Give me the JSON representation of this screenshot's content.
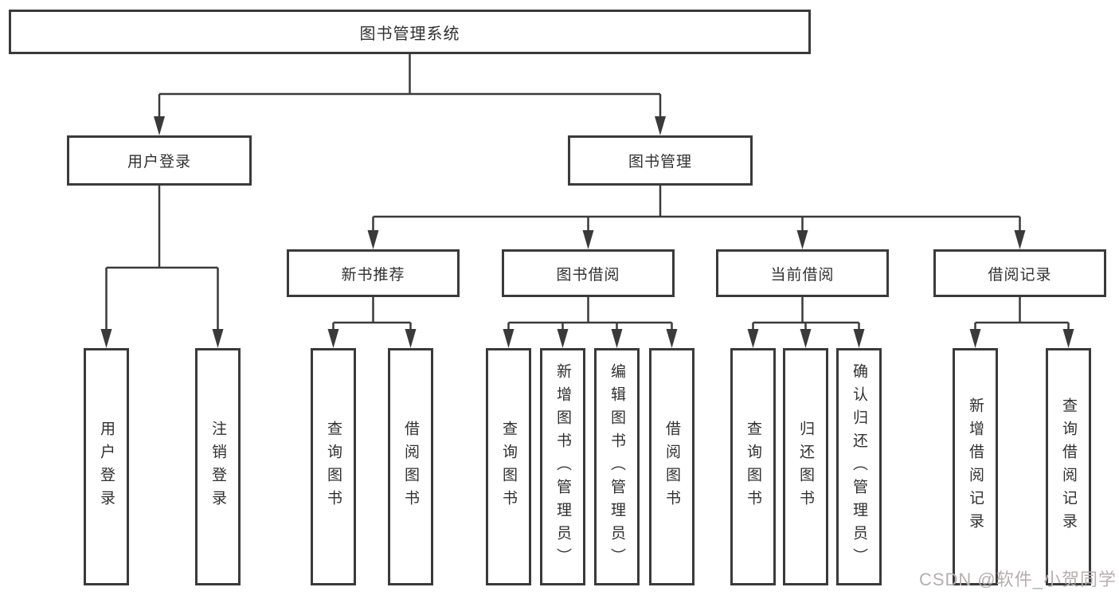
{
  "diagram": {
    "type": "tree",
    "tree": {
      "root": {
        "label": "图书管理系统"
      },
      "children": [
        {
          "label": "用户登录",
          "children": [
            {
              "label": "用户登录"
            },
            {
              "label": "注销登录"
            }
          ]
        },
        {
          "label": "图书管理",
          "children": [
            {
              "label": "新书推荐",
              "children": [
                {
                  "label": "查询图书"
                },
                {
                  "label": "借阅图书"
                }
              ]
            },
            {
              "label": "图书借阅",
              "children": [
                {
                  "label": "查询图书"
                },
                {
                  "label": "新增图书（管理员）"
                },
                {
                  "label": "编辑图书（管理员）"
                },
                {
                  "label": "借阅图书"
                }
              ]
            },
            {
              "label": "当前借阅",
              "children": [
                {
                  "label": "查询图书"
                },
                {
                  "label": "归还图书"
                },
                {
                  "label": "确认归还（管理员）"
                }
              ]
            },
            {
              "label": "借阅记录",
              "children": [
                {
                  "label": "新增借阅记录"
                },
                {
                  "label": "查询借阅记录"
                }
              ]
            }
          ]
        }
      ]
    },
    "colors": {
      "line": "#3a3a3a",
      "text": "#303030",
      "background": "#ffffff",
      "watermark": "#b5afaf"
    }
  },
  "watermark": {
    "text": "CSDN @软件_小贺同学"
  }
}
